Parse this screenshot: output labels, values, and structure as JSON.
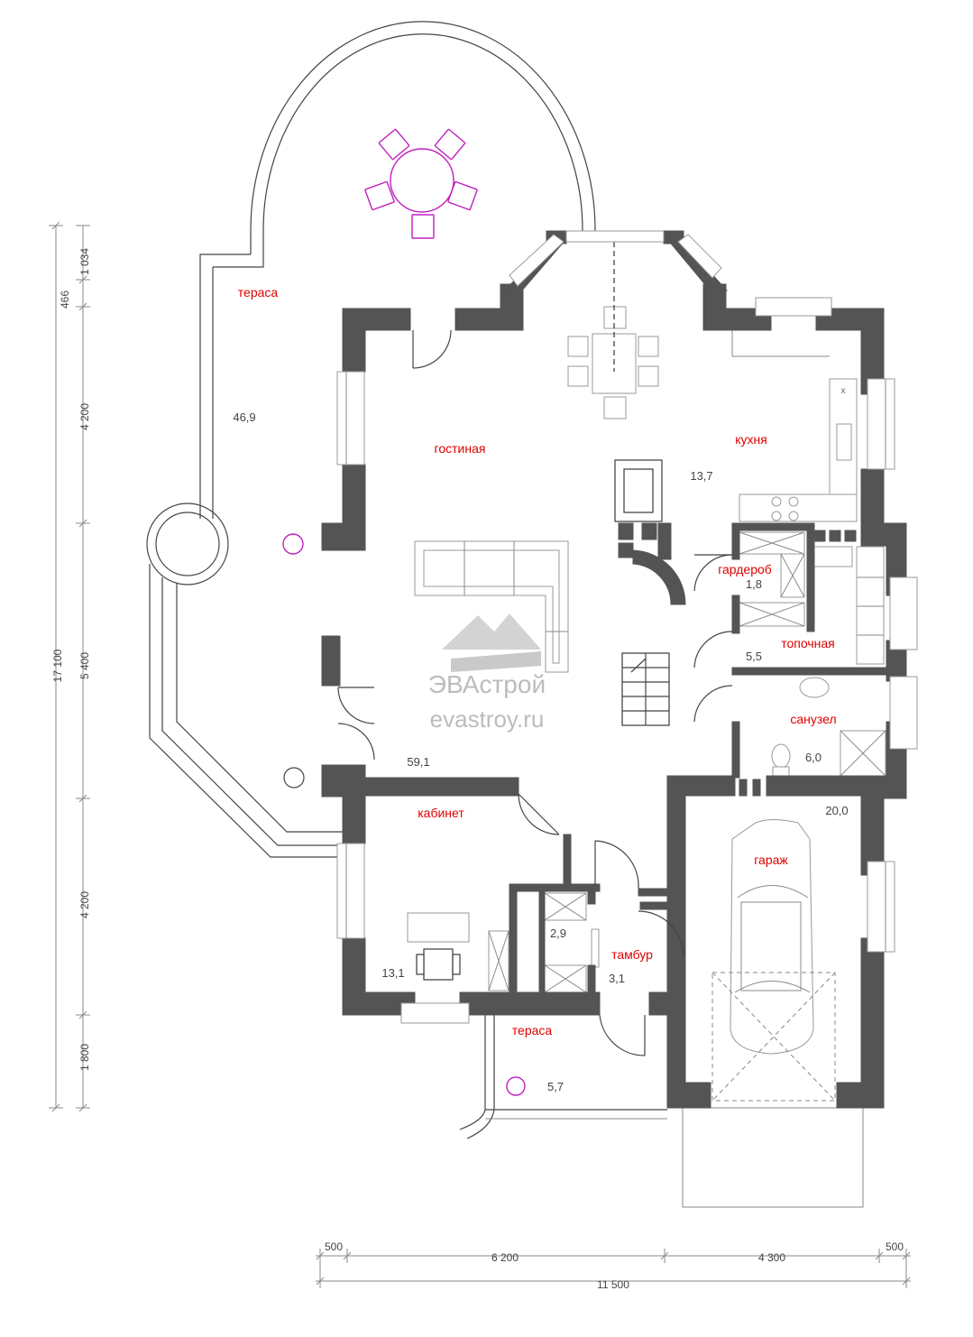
{
  "rooms": {
    "terrace_main": {
      "name": "тераса",
      "area": "46,9"
    },
    "living": {
      "name": "гостиная",
      "area": "59,1"
    },
    "kitchen": {
      "name": "кухня",
      "area": "13,7"
    },
    "wardrobe": {
      "name": "гардероб",
      "area": "1,8"
    },
    "boiler": {
      "name": "топочная",
      "area": "5,5"
    },
    "bathroom": {
      "name": "санузел",
      "area": "6,0"
    },
    "study": {
      "name": "кабинет",
      "area": "13,1"
    },
    "closet": {
      "area": "2,9"
    },
    "vestibule": {
      "name": "тамбур",
      "area": "3,1"
    },
    "garage": {
      "name": "гараж",
      "area": "20,0"
    },
    "terrace_small": {
      "name": "тераса",
      "area": "5,7"
    }
  },
  "dimensions": {
    "vertical_total": "17 100",
    "vertical_segments": [
      "466",
      "1 034",
      "4 200",
      "5 400",
      "4 200",
      "1 800"
    ],
    "horizontal_total": "11 500",
    "horizontal_segments": [
      "500",
      "6 200",
      "4 300",
      "500"
    ]
  },
  "watermark": {
    "brand": "ЭВАстрой",
    "url": "evastroy.ru"
  },
  "colors": {
    "wall": "#545454",
    "room_label": "#e00000",
    "terrace_furniture": "#c020c0"
  }
}
